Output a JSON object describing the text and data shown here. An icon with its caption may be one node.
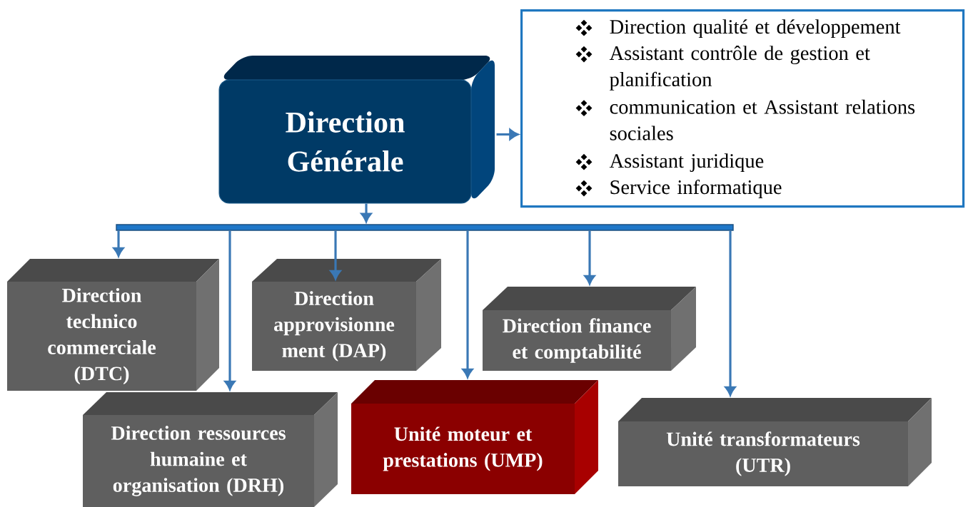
{
  "diagram": {
    "nodes": [
      {
        "text": [
          "Direction Générale"
        ]
      },
      {
        "text": [
          "Direction qualité et développement",
          "Assistant contrôle de gestion et planification",
          "communication et Assistant relations sociales",
          "Assistant juridique",
          "Service informatique"
        ]
      },
      {
        "text": [],
        "shape": "bar"
      },
      {
        "text": [
          "Direction technico commerciale (DTC)"
        ]
      },
      {
        "text": [
          "Direction approvisionne ment (DAP)"
        ]
      },
      {
        "text": [
          "Direction finance et comptabilité"
        ]
      },
      {
        "text": [
          "Direction ressources humaine et organisation (DRH)"
        ]
      },
      {
        "text": [
          "Unité moteur et prestations (UMP)"
        ]
      },
      {
        "text": [
          "Unité transformateurs (UTR)"
        ]
      }
    ],
    "edges": [
      {
        "from": 0,
        "to": 1,
        "arrow": "to"
      },
      {
        "from": 0,
        "to": 2,
        "arrow": "to"
      },
      {
        "from": 2,
        "to": 3,
        "arrow": "to"
      },
      {
        "from": 2,
        "to": 6,
        "arrow": "to"
      },
      {
        "from": 2,
        "to": 4,
        "arrow": "to"
      },
      {
        "from": 2,
        "to": 7,
        "arrow": "to"
      },
      {
        "from": 2,
        "to": 5,
        "arrow": "to"
      },
      {
        "from": 2,
        "to": 8,
        "arrow": "to"
      }
    ]
  }
}
